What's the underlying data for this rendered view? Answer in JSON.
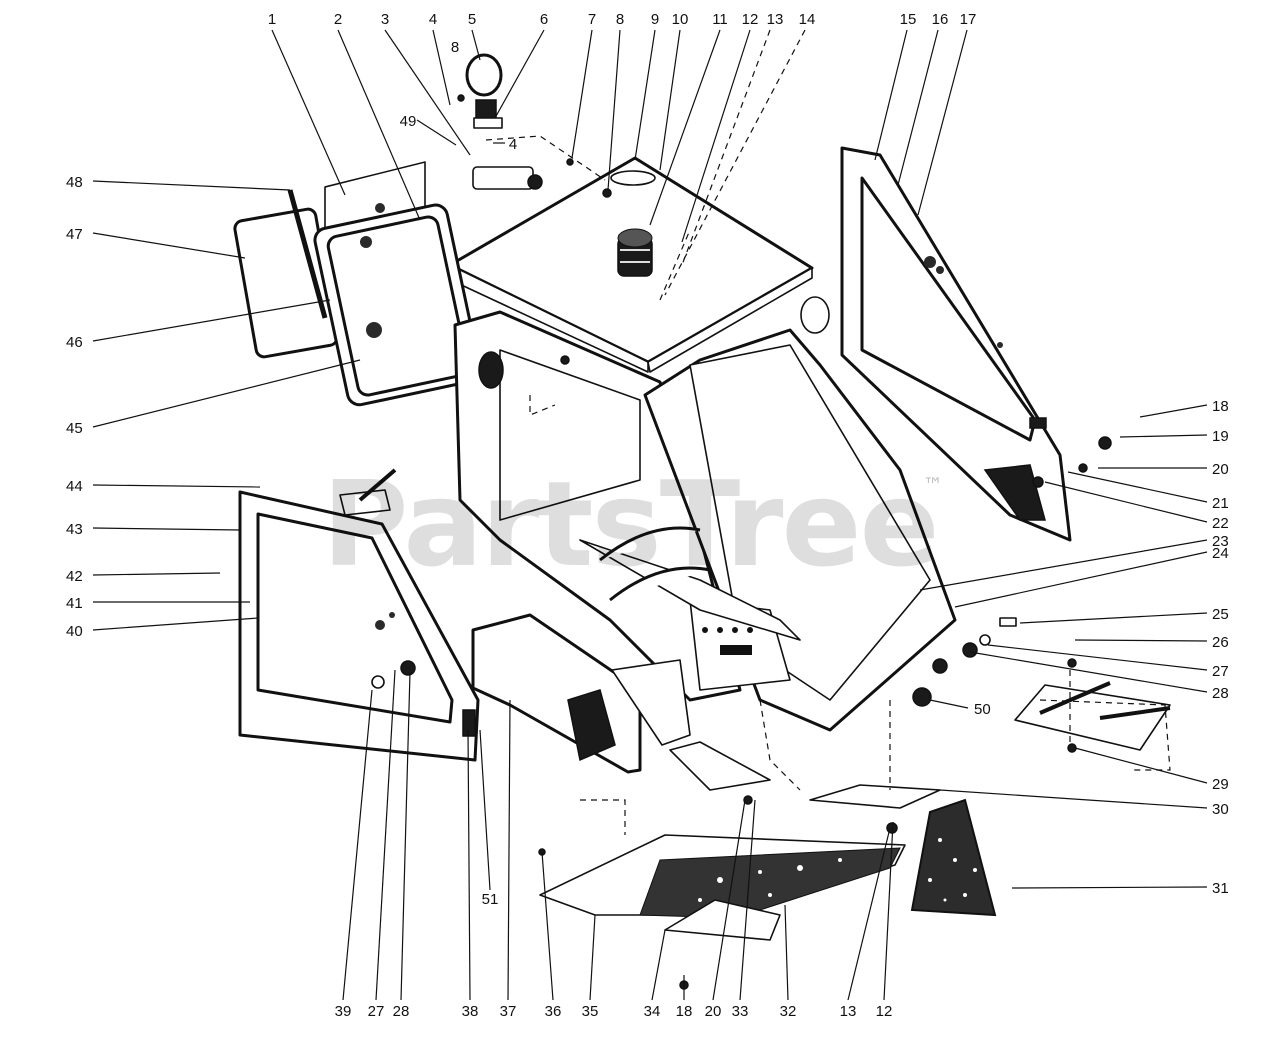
{
  "watermark": {
    "text": "PartsTree",
    "trademark": "™"
  },
  "callouts": [
    {
      "id": "top-1",
      "label": "1"
    },
    {
      "id": "top-2",
      "label": "2"
    },
    {
      "id": "top-3",
      "label": "3"
    },
    {
      "id": "top-4",
      "label": "4"
    },
    {
      "id": "top-5",
      "label": "5"
    },
    {
      "id": "top-6",
      "label": "6"
    },
    {
      "id": "top-7",
      "label": "7"
    },
    {
      "id": "top-8",
      "label": "8"
    },
    {
      "id": "top-9",
      "label": "9"
    },
    {
      "id": "top-10",
      "label": "10"
    },
    {
      "id": "top-11",
      "label": "11"
    },
    {
      "id": "top-12",
      "label": "12"
    },
    {
      "id": "top-13",
      "label": "13"
    },
    {
      "id": "top-14",
      "label": "14"
    },
    {
      "id": "top-15",
      "label": "15"
    },
    {
      "id": "top-16",
      "label": "16"
    },
    {
      "id": "top-17",
      "label": "17"
    },
    {
      "id": "small-8",
      "label": "8"
    },
    {
      "id": "small-49",
      "label": "49"
    },
    {
      "id": "small-4",
      "label": "4"
    },
    {
      "id": "left-48",
      "label": "48"
    },
    {
      "id": "left-47",
      "label": "47"
    },
    {
      "id": "left-46",
      "label": "46"
    },
    {
      "id": "left-45",
      "label": "45"
    },
    {
      "id": "left-44",
      "label": "44"
    },
    {
      "id": "left-43",
      "label": "43"
    },
    {
      "id": "left-42",
      "label": "42"
    },
    {
      "id": "left-41",
      "label": "41"
    },
    {
      "id": "left-40",
      "label": "40"
    },
    {
      "id": "right-18",
      "label": "18"
    },
    {
      "id": "right-19",
      "label": "19"
    },
    {
      "id": "right-20",
      "label": "20"
    },
    {
      "id": "right-21",
      "label": "21"
    },
    {
      "id": "right-22",
      "label": "22"
    },
    {
      "id": "right-23",
      "label": "23"
    },
    {
      "id": "right-24",
      "label": "24"
    },
    {
      "id": "right-25",
      "label": "25"
    },
    {
      "id": "right-26",
      "label": "26"
    },
    {
      "id": "right-27",
      "label": "27"
    },
    {
      "id": "right-28",
      "label": "28"
    },
    {
      "id": "right-29",
      "label": "29"
    },
    {
      "id": "right-30",
      "label": "30"
    },
    {
      "id": "right-31",
      "label": "31"
    },
    {
      "id": "mid-50",
      "label": "50"
    },
    {
      "id": "bot-39",
      "label": "39"
    },
    {
      "id": "bot-27",
      "label": "27"
    },
    {
      "id": "bot-28",
      "label": "28"
    },
    {
      "id": "bot-38",
      "label": "38"
    },
    {
      "id": "bot-37",
      "label": "37"
    },
    {
      "id": "bot-36",
      "label": "36"
    },
    {
      "id": "bot-35",
      "label": "35"
    },
    {
      "id": "bot-34",
      "label": "34"
    },
    {
      "id": "bot-18",
      "label": "18"
    },
    {
      "id": "bot-20",
      "label": "20"
    },
    {
      "id": "bot-33",
      "label": "33"
    },
    {
      "id": "bot-32",
      "label": "32"
    },
    {
      "id": "bot-13",
      "label": "13"
    },
    {
      "id": "bot-12",
      "label": "12"
    },
    {
      "id": "mid-51",
      "label": "51"
    }
  ]
}
